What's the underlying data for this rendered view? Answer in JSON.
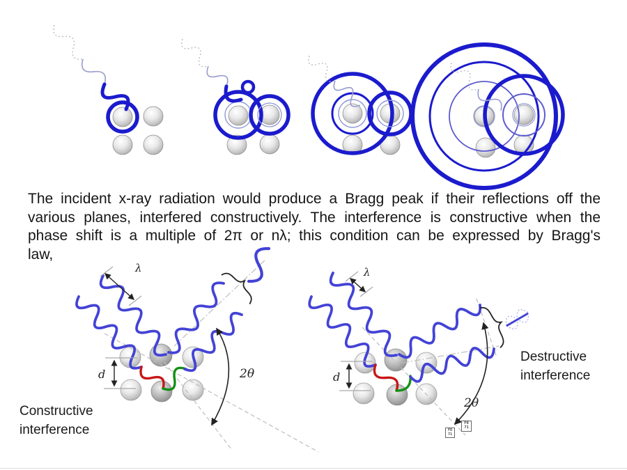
{
  "paragraph": {
    "lines": [
      "The incident x-ray radiation would produce a Bragg peak if their reflections off the",
      "various planes, interfered constructively. The interference is constructive when the",
      "phase shift is a multiple of 2π or nλ; this condition can be expressed by Bragg's",
      "law,"
    ]
  },
  "diagrams": {
    "constructive": {
      "label_line1": "Constructive",
      "label_line2": "interference",
      "lambda": "λ",
      "d_spacing": "d",
      "angle": "2θ"
    },
    "destructive": {
      "label_line1": "Destructive",
      "label_line2": "interference",
      "lambda": "λ",
      "d_spacing": "d",
      "angle": "2θ",
      "missing_glyph_line1": "F0",
      "missing_glyph_line2": "71"
    }
  },
  "glyphs": {
    "brace": "}"
  },
  "colors": {
    "wave_blue_deep": "#1b1bcd",
    "wave_blue_light": "#9aa0cf",
    "wave_dotted_gray": "#bcbcc4",
    "bottom_wave_blue": "#4343d6",
    "extra_path_red": "#c81616",
    "extra_path_green": "#129012",
    "dash_gray": "#bdbdbd",
    "atom_gray": "#bdbdbd",
    "text_black": "#151515"
  }
}
